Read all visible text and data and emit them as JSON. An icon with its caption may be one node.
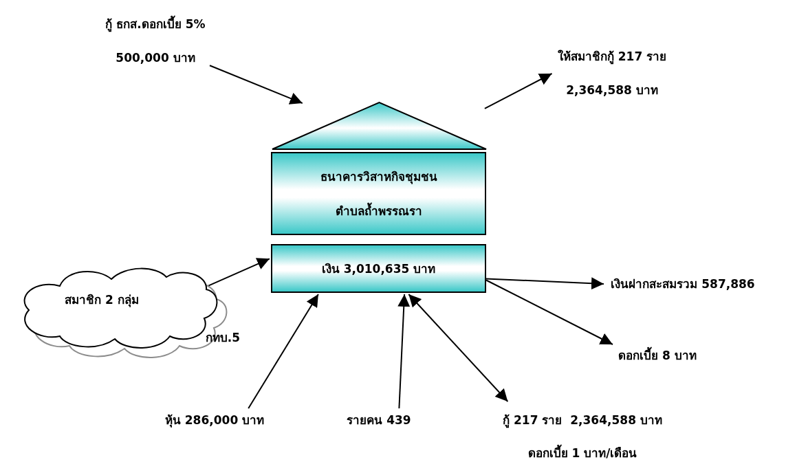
{
  "diagram": {
    "nodes": [
      {
        "text": [],
        "shape": "triangle"
      },
      {
        "text": [
          "ธนาคารวิสาหกิจชุมชน ตำบลถ้ำพรรณรา"
        ]
      },
      {
        "text": [
          "เงิน 3,010,635 บาท"
        ]
      },
      {
        "text": [
          "สมาชิก 2 กลุ่ม"
        ],
        "beside": [
          "กทบ.5"
        ]
      },
      {
        "text": [
          "กู้ ธกส.ดอกเบี้ย 5% 500,000 บาท"
        ]
      },
      {
        "text": [
          "ให้สมาชิกกู้ 217 ราย 2,364,588 บาท"
        ]
      },
      {
        "text": [
          "เงินฝากสะสมรวม 587,886"
        ]
      },
      {
        "text": [
          "ดอกเบี้ย 8 บาท"
        ]
      },
      {
        "text": [
          "หุ้น 286,000 บาท"
        ]
      },
      {
        "text": [
          "รายคน 439"
        ]
      },
      {
        "text": [
          "กู้ 217 ราย  2,364,588 บาท ดอกเบี้ย 1 บาท/เดือน"
        ]
      }
    ],
    "edges": [
      {
        "from": 4,
        "to": 0,
        "arrow": "to"
      },
      {
        "from": 0,
        "to": 5,
        "arrow": "to"
      },
      {
        "from": 3,
        "to": 2,
        "arrow": "to"
      },
      {
        "from": 2,
        "to": 6,
        "arrow": "to"
      },
      {
        "from": 2,
        "to": 7,
        "arrow": "to"
      },
      {
        "from": 8,
        "to": 2,
        "arrow": "to"
      },
      {
        "from": 9,
        "to": 2,
        "arrow": "to"
      },
      {
        "from": 2,
        "to": 10,
        "arrow": "both"
      }
    ]
  }
}
